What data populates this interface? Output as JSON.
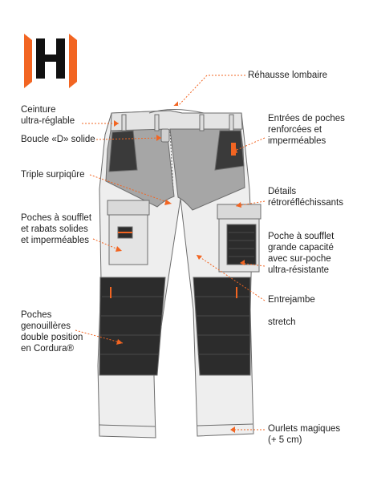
{
  "brand": {
    "logo_letter": "H",
    "colors": {
      "accent": "#f26522",
      "mark": "#111111"
    }
  },
  "diagram": {
    "subject": "work-trousers-feature-callouts",
    "colors": {
      "leader": "#f26522",
      "fabric_light": "#eeeeee",
      "fabric_grey": "#a6a6a6",
      "fabric_dark": "#2c2c2c",
      "outline": "#6d6d6d"
    },
    "labels": {
      "rehausse": "Réhausse lombaire",
      "ceinture": "Ceinture\nultra-réglable",
      "boucle": "Boucle «D» solide",
      "surpiqure": "Triple surpiqûre",
      "poches_soufflet": "Poches à soufflet\net rabats solides\net imperméables",
      "genouilleres": "Poches\ngenouillères\ndouble position\nen Cordura®",
      "entrees_poches": "Entrées de poches\nrenforcées et\nimperméables",
      "details_retro": "Détails\nrétroréfléchissants",
      "poche_grande": "Poche à soufflet\ngrande capacité\navec sur-poche\nultra-résistante",
      "entrejambe": "Entrejambe\n\nstretch",
      "ourlets": "Ourlets magiques\n(+ 5 cm)"
    }
  }
}
